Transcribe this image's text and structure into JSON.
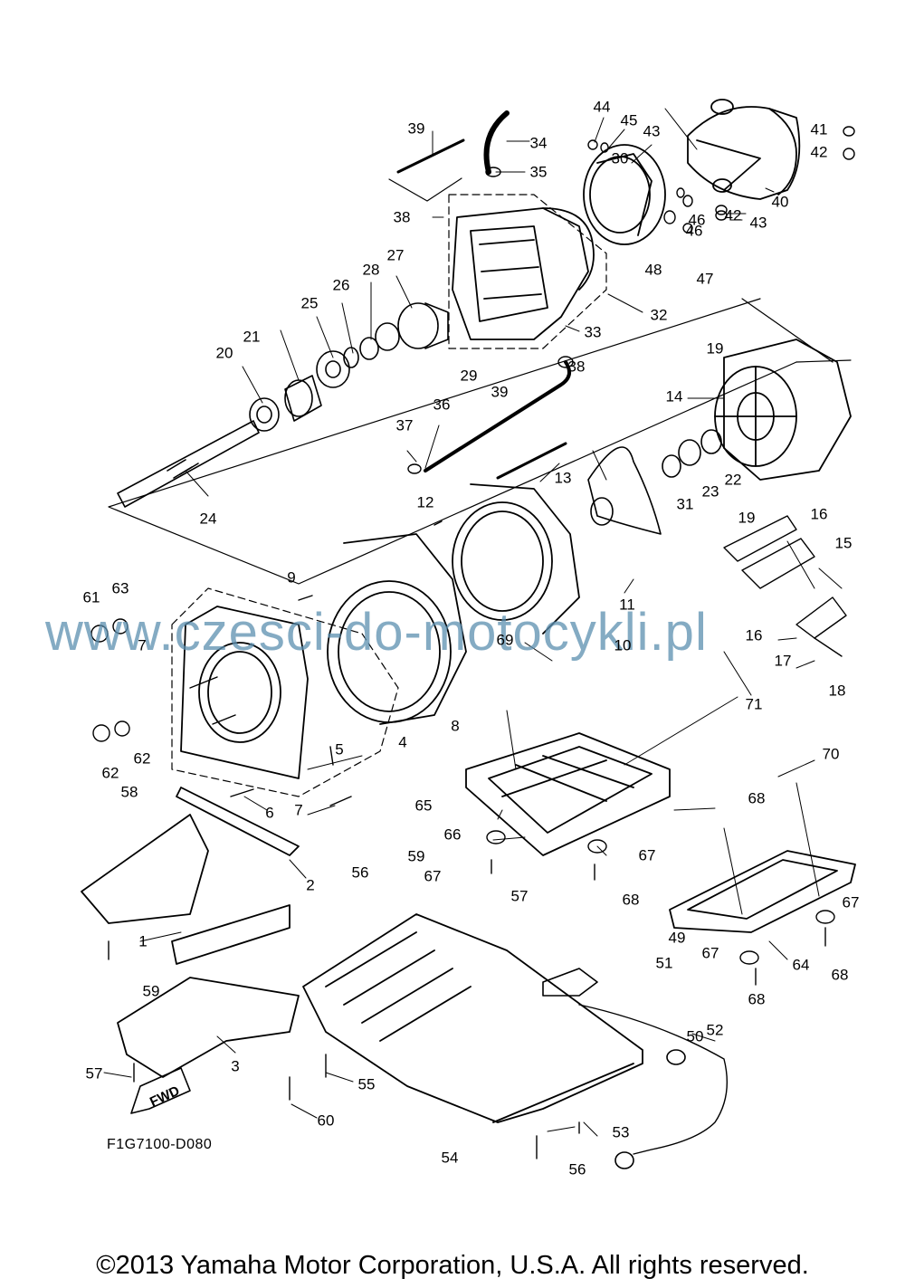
{
  "drawing_code": "F1G7100-D080",
  "copyright": "©2013 Yamaha Motor Corporation, U.S.A. All rights reserved.",
  "watermark": "www.czesci-do-motocykli.pl",
  "fwd_label": "FWD",
  "callouts": [
    "1",
    "2",
    "3",
    "4",
    "5",
    "6",
    "7",
    "7",
    "8",
    "9",
    "10",
    "11",
    "12",
    "13",
    "14",
    "15",
    "16",
    "16",
    "17",
    "18",
    "19",
    "19",
    "20",
    "21",
    "22",
    "23",
    "24",
    "25",
    "26",
    "27",
    "28",
    "29",
    "30",
    "31",
    "32",
    "33",
    "34",
    "35",
    "36",
    "37",
    "38",
    "38",
    "39",
    "39",
    "40",
    "41",
    "42",
    "42",
    "43",
    "43",
    "44",
    "45",
    "46",
    "46",
    "47",
    "48",
    "49",
    "50",
    "51",
    "52",
    "53",
    "54",
    "55",
    "56",
    "56",
    "57",
    "57",
    "58",
    "59",
    "59",
    "60",
    "61",
    "62",
    "62",
    "63",
    "64",
    "65",
    "66",
    "67",
    "67",
    "67",
    "67",
    "68",
    "68",
    "68",
    "68",
    "69",
    "70",
    "71",
    "71"
  ]
}
